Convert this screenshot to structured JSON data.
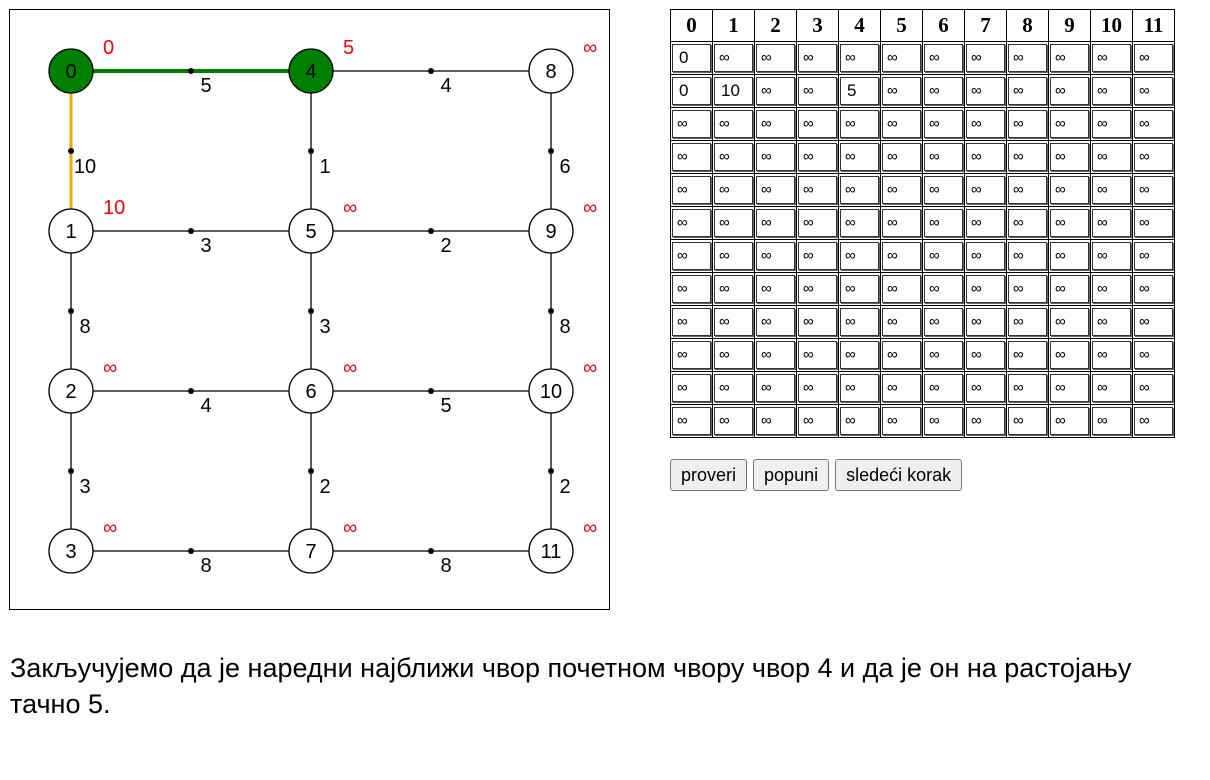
{
  "graph": {
    "colors": {
      "visited": "#008000",
      "candidate": "#f5a800",
      "label": "#ff0000",
      "edge": "#000000"
    },
    "nodes": [
      {
        "id": "0",
        "label": "0",
        "dist": "0",
        "row": 0,
        "col": 0,
        "visited": true
      },
      {
        "id": "4",
        "label": "4",
        "dist": "5",
        "row": 0,
        "col": 1,
        "visited": true
      },
      {
        "id": "8",
        "label": "8",
        "dist": "∞",
        "row": 0,
        "col": 2,
        "visited": false
      },
      {
        "id": "1",
        "label": "1",
        "dist": "10",
        "row": 1,
        "col": 0,
        "visited": false
      },
      {
        "id": "5",
        "label": "5",
        "dist": "∞",
        "row": 1,
        "col": 1,
        "visited": false
      },
      {
        "id": "9",
        "label": "9",
        "dist": "∞",
        "row": 1,
        "col": 2,
        "visited": false
      },
      {
        "id": "2",
        "label": "2",
        "dist": "∞",
        "row": 2,
        "col": 0,
        "visited": false
      },
      {
        "id": "6",
        "label": "6",
        "dist": "∞",
        "row": 2,
        "col": 1,
        "visited": false
      },
      {
        "id": "10",
        "label": "10",
        "dist": "∞",
        "row": 2,
        "col": 2,
        "visited": false
      },
      {
        "id": "3",
        "label": "3",
        "dist": "∞",
        "row": 3,
        "col": 0,
        "visited": false
      },
      {
        "id": "7",
        "label": "7",
        "dist": "∞",
        "row": 3,
        "col": 1,
        "visited": false
      },
      {
        "id": "11",
        "label": "11",
        "dist": "∞",
        "row": 3,
        "col": 2,
        "visited": false
      }
    ],
    "edges": [
      {
        "from": "0",
        "to": "4",
        "weight": "5",
        "state": "visited"
      },
      {
        "from": "4",
        "to": "8",
        "weight": "4",
        "state": "normal"
      },
      {
        "from": "0",
        "to": "1",
        "weight": "10",
        "state": "candidate"
      },
      {
        "from": "4",
        "to": "5",
        "weight": "1",
        "state": "normal"
      },
      {
        "from": "8",
        "to": "9",
        "weight": "6",
        "state": "normal"
      },
      {
        "from": "1",
        "to": "5",
        "weight": "3",
        "state": "normal"
      },
      {
        "from": "5",
        "to": "9",
        "weight": "2",
        "state": "normal"
      },
      {
        "from": "1",
        "to": "2",
        "weight": "8",
        "state": "normal"
      },
      {
        "from": "5",
        "to": "6",
        "weight": "3",
        "state": "normal"
      },
      {
        "from": "9",
        "to": "10",
        "weight": "8",
        "state": "normal"
      },
      {
        "from": "2",
        "to": "6",
        "weight": "4",
        "state": "normal"
      },
      {
        "from": "6",
        "to": "10",
        "weight": "5",
        "state": "normal"
      },
      {
        "from": "2",
        "to": "3",
        "weight": "3",
        "state": "normal"
      },
      {
        "from": "6",
        "to": "7",
        "weight": "2",
        "state": "normal"
      },
      {
        "from": "10",
        "to": "11",
        "weight": "2",
        "state": "normal"
      },
      {
        "from": "3",
        "to": "7",
        "weight": "8",
        "state": "normal"
      },
      {
        "from": "7",
        "to": "11",
        "weight": "8",
        "state": "normal"
      }
    ]
  },
  "table": {
    "headers": [
      "0",
      "1",
      "2",
      "3",
      "4",
      "5",
      "6",
      "7",
      "8",
      "9",
      "10",
      "11"
    ],
    "rows": [
      [
        "0",
        "∞",
        "∞",
        "∞",
        "∞",
        "∞",
        "∞",
        "∞",
        "∞",
        "∞",
        "∞",
        "∞"
      ],
      [
        "0",
        "10",
        "∞",
        "∞",
        "5",
        "∞",
        "∞",
        "∞",
        "∞",
        "∞",
        "∞",
        "∞"
      ],
      [
        "∞",
        "∞",
        "∞",
        "∞",
        "∞",
        "∞",
        "∞",
        "∞",
        "∞",
        "∞",
        "∞",
        "∞"
      ],
      [
        "∞",
        "∞",
        "∞",
        "∞",
        "∞",
        "∞",
        "∞",
        "∞",
        "∞",
        "∞",
        "∞",
        "∞"
      ],
      [
        "∞",
        "∞",
        "∞",
        "∞",
        "∞",
        "∞",
        "∞",
        "∞",
        "∞",
        "∞",
        "∞",
        "∞"
      ],
      [
        "∞",
        "∞",
        "∞",
        "∞",
        "∞",
        "∞",
        "∞",
        "∞",
        "∞",
        "∞",
        "∞",
        "∞"
      ],
      [
        "∞",
        "∞",
        "∞",
        "∞",
        "∞",
        "∞",
        "∞",
        "∞",
        "∞",
        "∞",
        "∞",
        "∞"
      ],
      [
        "∞",
        "∞",
        "∞",
        "∞",
        "∞",
        "∞",
        "∞",
        "∞",
        "∞",
        "∞",
        "∞",
        "∞"
      ],
      [
        "∞",
        "∞",
        "∞",
        "∞",
        "∞",
        "∞",
        "∞",
        "∞",
        "∞",
        "∞",
        "∞",
        "∞"
      ],
      [
        "∞",
        "∞",
        "∞",
        "∞",
        "∞",
        "∞",
        "∞",
        "∞",
        "∞",
        "∞",
        "∞",
        "∞"
      ],
      [
        "∞",
        "∞",
        "∞",
        "∞",
        "∞",
        "∞",
        "∞",
        "∞",
        "∞",
        "∞",
        "∞",
        "∞"
      ],
      [
        "∞",
        "∞",
        "∞",
        "∞",
        "∞",
        "∞",
        "∞",
        "∞",
        "∞",
        "∞",
        "∞",
        "∞"
      ]
    ]
  },
  "buttons": {
    "check_label": "proveri",
    "fill_label": "popuni",
    "next_label": "sledeći korak"
  },
  "explanation": "Закључујемо да је наредни најближи чвор почетном чвору чвор 4 и да је он на растојању тачно 5."
}
